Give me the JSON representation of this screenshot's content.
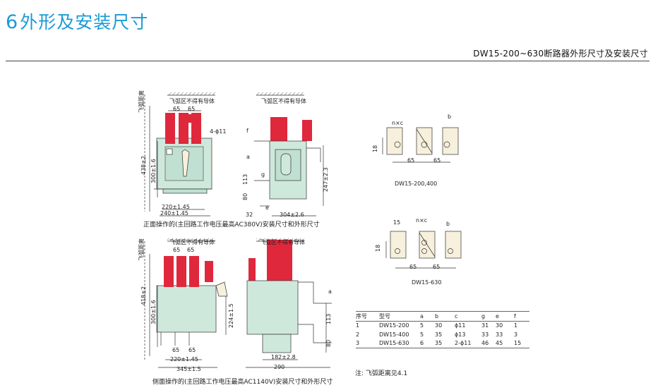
{
  "header": {
    "section_number": "6",
    "section_title": "外形及安装尺寸",
    "subtitle": "DW15-200~630断路器外形尺寸及安装尺寸"
  },
  "front_view": {
    "caption": "正面操作的(主回路工作电压最高AC380V)安装尺寸和外形尺寸",
    "labels": {
      "arc_zone": "飞弧区不得有导体",
      "arc_distance": "飞弧距离",
      "dim_65_a": "65",
      "dim_65_b": "65",
      "holes": "4-ϕ11",
      "height_total": "438±2",
      "height_mount": "300±1.6",
      "width_mount": "220±1.45",
      "width_total": "240±1.45",
      "side_f": "f",
      "side_a": "a",
      "side_g": "g",
      "side_113": "113",
      "side_80": "80",
      "side_e": "e",
      "side_depth": "304±2.6",
      "side_32": "32",
      "side_height": "247±2.3"
    }
  },
  "side_view": {
    "caption": "侧面操作的(主回路工作电压最高AC1140V)安装尺寸和外形尺寸",
    "labels": {
      "arc_zone": "飞弧区不得有导体",
      "arc_distance": "飞弧距离",
      "dim_65_a": "65",
      "dim_65_b": "65",
      "height_total": "418±2",
      "height_mount": "300±1.6",
      "height_right": "224±1.5",
      "bottom_65_a": "65",
      "bottom_65_b": "65",
      "width_mount": "220±1.45",
      "width_total": "345±1.5",
      "side_a": "a",
      "side_113": "113",
      "side_80": "80",
      "side_depth": "182±2.8",
      "side_total": "290"
    }
  },
  "terminal_400": {
    "caption": "DW15-200,400",
    "nxc": "n×c",
    "b": "b",
    "h": "18",
    "dim_a": "65",
    "dim_b": "65"
  },
  "terminal_630": {
    "caption": "DW15-630",
    "w15": "15",
    "nxc": "n×c",
    "b": "b",
    "h": "18",
    "dim_a": "65",
    "dim_b": "65"
  },
  "spec_table": {
    "headers": [
      "序号",
      "型号",
      "a",
      "b",
      "c",
      "g",
      "e",
      "f"
    ],
    "rows": [
      [
        "1",
        "DW15-200",
        "5",
        "30",
        "ϕ11",
        "31",
        "30",
        "1"
      ],
      [
        "2",
        "DW15-400",
        "5",
        "35",
        "ϕ13",
        "33",
        "33",
        "3"
      ],
      [
        "3",
        "DW15-630",
        "6",
        "35",
        "2-ϕ11",
        "46",
        "45",
        "15"
      ]
    ]
  },
  "note": "注: 飞弧距离见4.1",
  "colors": {
    "title_blue": "#1a9ad6",
    "body_green": "#cfe8dc",
    "terminal_red": "#e0283c",
    "terminal_cream": "#f6f0dc"
  }
}
